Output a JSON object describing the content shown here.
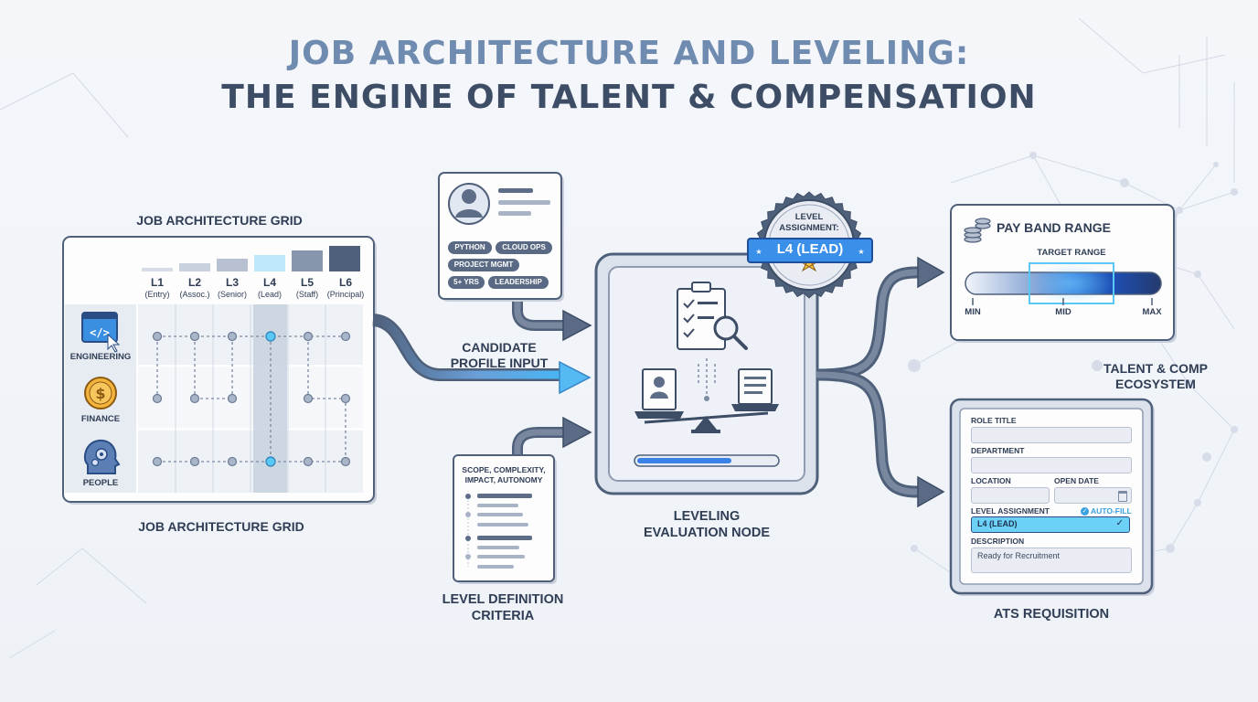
{
  "title": {
    "line1": "JOB ARCHITECTURE AND LEVELING:",
    "line2": "THE ENGINE OF TALENT & COMPENSATION"
  },
  "grid": {
    "top_label": "JOB ARCHITECTURE GRID",
    "bottom_label": "JOB ARCHITECTURE GRID",
    "levels": [
      {
        "code": "L1",
        "name": "(Entry)"
      },
      {
        "code": "L2",
        "name": "(Assoc.)"
      },
      {
        "code": "L3",
        "name": "(Senior)"
      },
      {
        "code": "L4",
        "name": "(Lead)"
      },
      {
        "code": "L5",
        "name": "(Staff)"
      },
      {
        "code": "L6",
        "name": "(Principal)"
      }
    ],
    "departments": [
      "ENGINEERING",
      "FINANCE",
      "PEOPLE"
    ],
    "icons": [
      "code-window-icon",
      "dollar-coin-icon",
      "head-gears-icon"
    ]
  },
  "candidate": {
    "label_line1": "CANDIDATE",
    "label_line2": "PROFILE INPUT",
    "skills": [
      "PYTHON",
      "CLOUD OPS",
      "PROJECT MGMT",
      "5+ YRS",
      "LEADERSHIP"
    ]
  },
  "criteria": {
    "card_line1": "SCOPE, COMPLEXITY,",
    "card_line2": "IMPACT, AUTONOMY",
    "label_line1": "LEVEL DEFINITION",
    "label_line2": "CRITERIA"
  },
  "evaluation": {
    "label_line1": "LEVELING",
    "label_line2": "EVALUATION NODE",
    "progress": 0.68
  },
  "badge": {
    "line1": "LEVEL",
    "line2": "ASSIGNMENT:",
    "value": "L4 (LEAD)"
  },
  "payband": {
    "title": "PAY BAND RANGE",
    "target_label": "TARGET RANGE",
    "min": "MIN",
    "mid": "MID",
    "max": "MAX"
  },
  "ecosystem": {
    "line1": "TALENT & COMP",
    "line2": "ECOSYSTEM"
  },
  "ats": {
    "label": "ATS REQUISITION",
    "role_title": "ROLE TITLE",
    "department": "DEPARTMENT",
    "location": "LOCATION",
    "open_date": "OPEN DATE",
    "level_assignment": "LEVEL ASSIGNMENT",
    "auto_fill": "AUTO-FILL",
    "level_value": "L4 (LEAD)",
    "description": "DESCRIPTION",
    "description_value": "Ready for Recruitment"
  },
  "colors": {
    "navy": "#4f607b",
    "accent_blue": "#3aa0f0",
    "title_light": "#6f8bb0",
    "title_dark": "#3d4d66"
  }
}
